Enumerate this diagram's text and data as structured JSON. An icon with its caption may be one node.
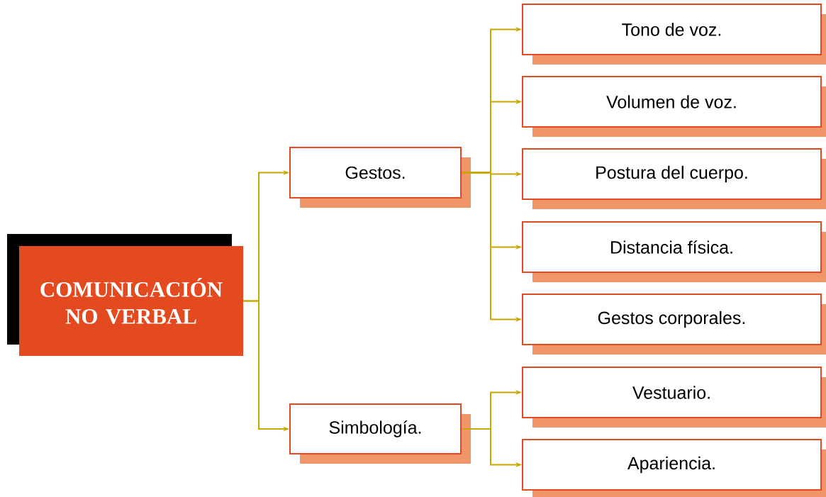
{
  "diagram": {
    "nodes": [
      {
        "text": [
          "COMUNICACIÓN NO VERBAL"
        ]
      },
      {
        "text": [
          "Gestos."
        ]
      },
      {
        "text": [
          "Simbología."
        ]
      },
      {
        "text": [
          "Tono de voz."
        ]
      },
      {
        "text": [
          "Volumen de voz."
        ]
      },
      {
        "text": [
          "Postura del cuerpo."
        ]
      },
      {
        "text": [
          "Distancia física."
        ]
      },
      {
        "text": [
          "Gestos corporales."
        ]
      },
      {
        "text": [
          "Vestuario."
        ]
      },
      {
        "text": [
          "Apariencia."
        ]
      }
    ],
    "edges": [
      {
        "from": 0,
        "to": 1,
        "arrow": "to"
      },
      {
        "from": 0,
        "to": 2,
        "arrow": "to"
      },
      {
        "from": 1,
        "to": 3,
        "arrow": "to"
      },
      {
        "from": 1,
        "to": 4,
        "arrow": "to"
      },
      {
        "from": 1,
        "to": 5,
        "arrow": "to"
      },
      {
        "from": 1,
        "to": 6,
        "arrow": "to"
      },
      {
        "from": 1,
        "to": 7,
        "arrow": "to"
      },
      {
        "from": 2,
        "to": 8,
        "arrow": "to"
      },
      {
        "from": 2,
        "to": 9,
        "arrow": "to"
      }
    ]
  }
}
